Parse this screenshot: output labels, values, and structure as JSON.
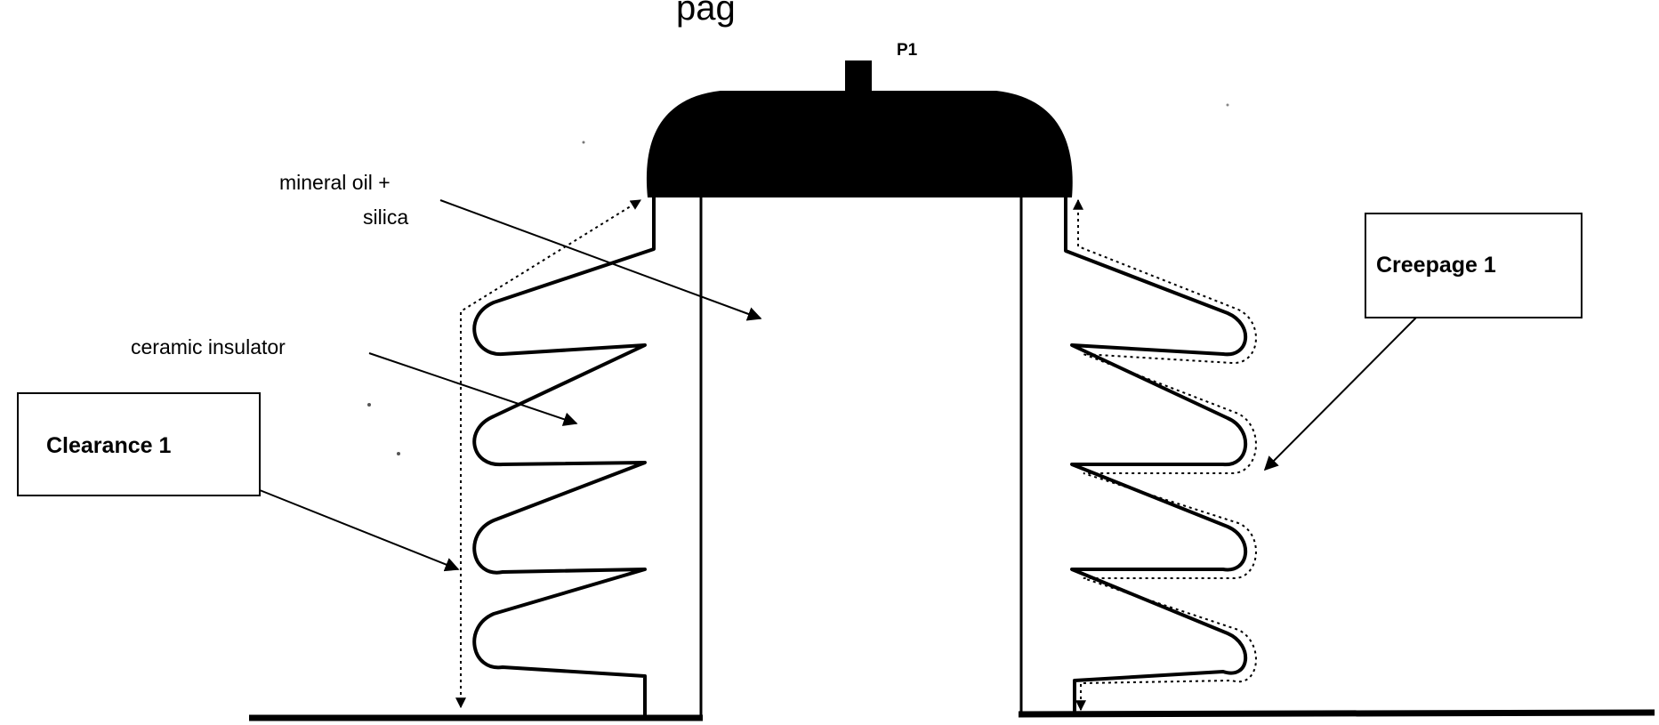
{
  "header": {
    "partial_text": "pag"
  },
  "labels": {
    "terminal": "P1",
    "filling_line1": "mineral oil +",
    "filling_line2": "silica",
    "insulator": "ceramic insulator",
    "clearance": "Clearance 1",
    "creepage": "Creepage 1"
  }
}
